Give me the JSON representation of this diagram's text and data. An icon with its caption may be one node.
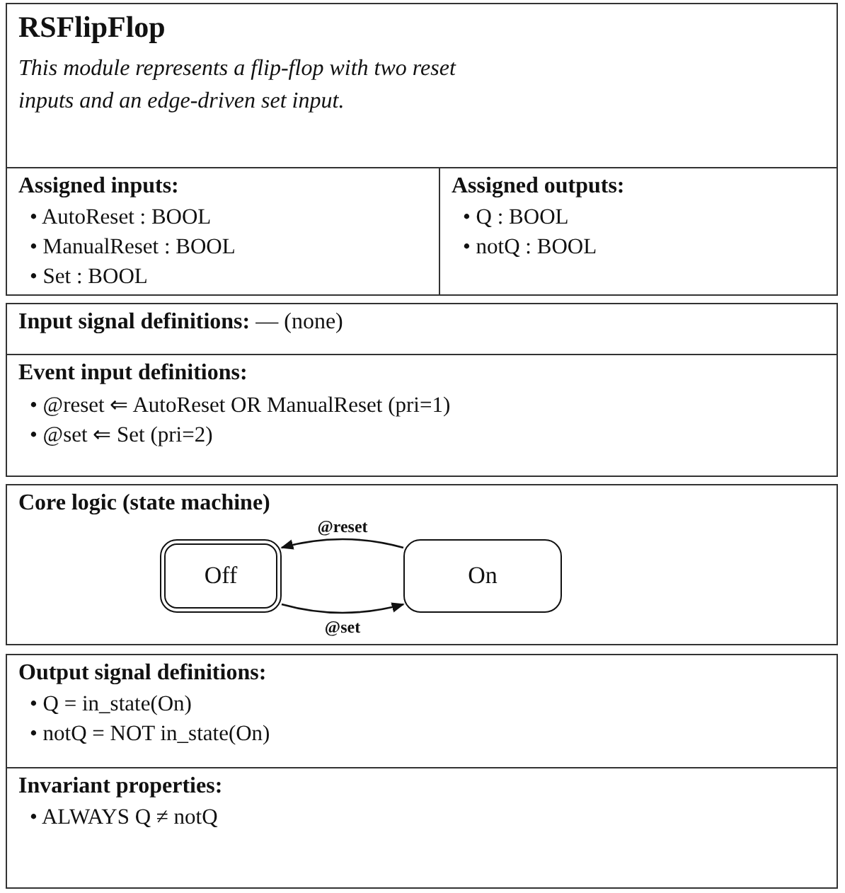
{
  "diagram": {
    "nodes": [
      {
        "text": [
          "RSFlipFlop",
          "This module represents a flip-flop with two reset inputs and an edge-driven set input."
        ]
      },
      {
        "text": [
          "Assigned inputs:",
          "• AutoReset : BOOL",
          "• ManualReset : BOOL",
          "• Set : BOOL"
        ]
      },
      {
        "text": [
          "Assigned outputs:",
          "• Q : BOOL",
          "• notQ : BOOL"
        ]
      },
      {
        "text": [
          "**Input signal definitions:** — (none)"
        ]
      },
      {
        "text": [
          "Event input definitions:",
          "• @reset ⇐ AutoReset OR ManualReset (pri=1)",
          "• @set ⇐ Set (pri=2)"
        ]
      },
      {
        "text": [
          "Core logic (state machine)"
        ]
      },
      {
        "text": [
          "Off"
        ],
        "in": 5
      },
      {
        "text": [
          "On"
        ],
        "in": 5
      },
      {
        "text": [
          "Output signal definitions:",
          "• Q = in_state(On)",
          "• notQ = NOT in_state(On)"
        ]
      },
      {
        "text": [
          "Invariant properties:",
          "• ALWAYS Q ≠ notQ"
        ]
      }
    ],
    "edges": [
      {
        "from": 7,
        "to": 6,
        "arrow": "to",
        "label": "@reset"
      },
      {
        "from": 6,
        "to": 7,
        "arrow": "to",
        "label": "@set"
      }
    ]
  }
}
